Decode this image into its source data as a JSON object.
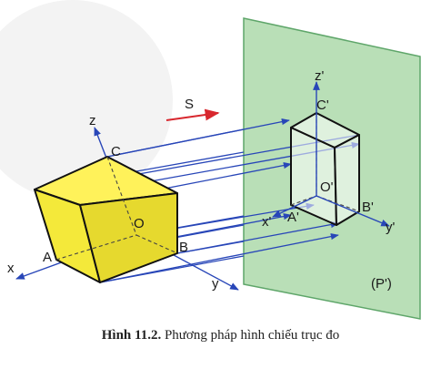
{
  "figure": {
    "caption_number": "Hình 11.2.",
    "caption_text": "Phương pháp hình chiếu trục đo",
    "direction_label": "S",
    "plane_label": "(P')"
  },
  "object_labels": {
    "z": "z",
    "x": "x",
    "y": "y",
    "A": "A",
    "B": "B",
    "C": "C",
    "O": "O"
  },
  "projection_labels": {
    "z": "z'",
    "x": "x'",
    "y": "y'",
    "A": "A'",
    "B": "B'",
    "C": "C'",
    "O": "O'"
  },
  "colors": {
    "plane_fill": "#b9dfb7",
    "plane_stroke": "#5fa66a",
    "block_top": "#fff25a",
    "block_front": "#f4e93a",
    "block_right": "#e6d92e",
    "ray": "#2846b8",
    "direction_arrow": "#d8272e",
    "edge": "#111111"
  }
}
